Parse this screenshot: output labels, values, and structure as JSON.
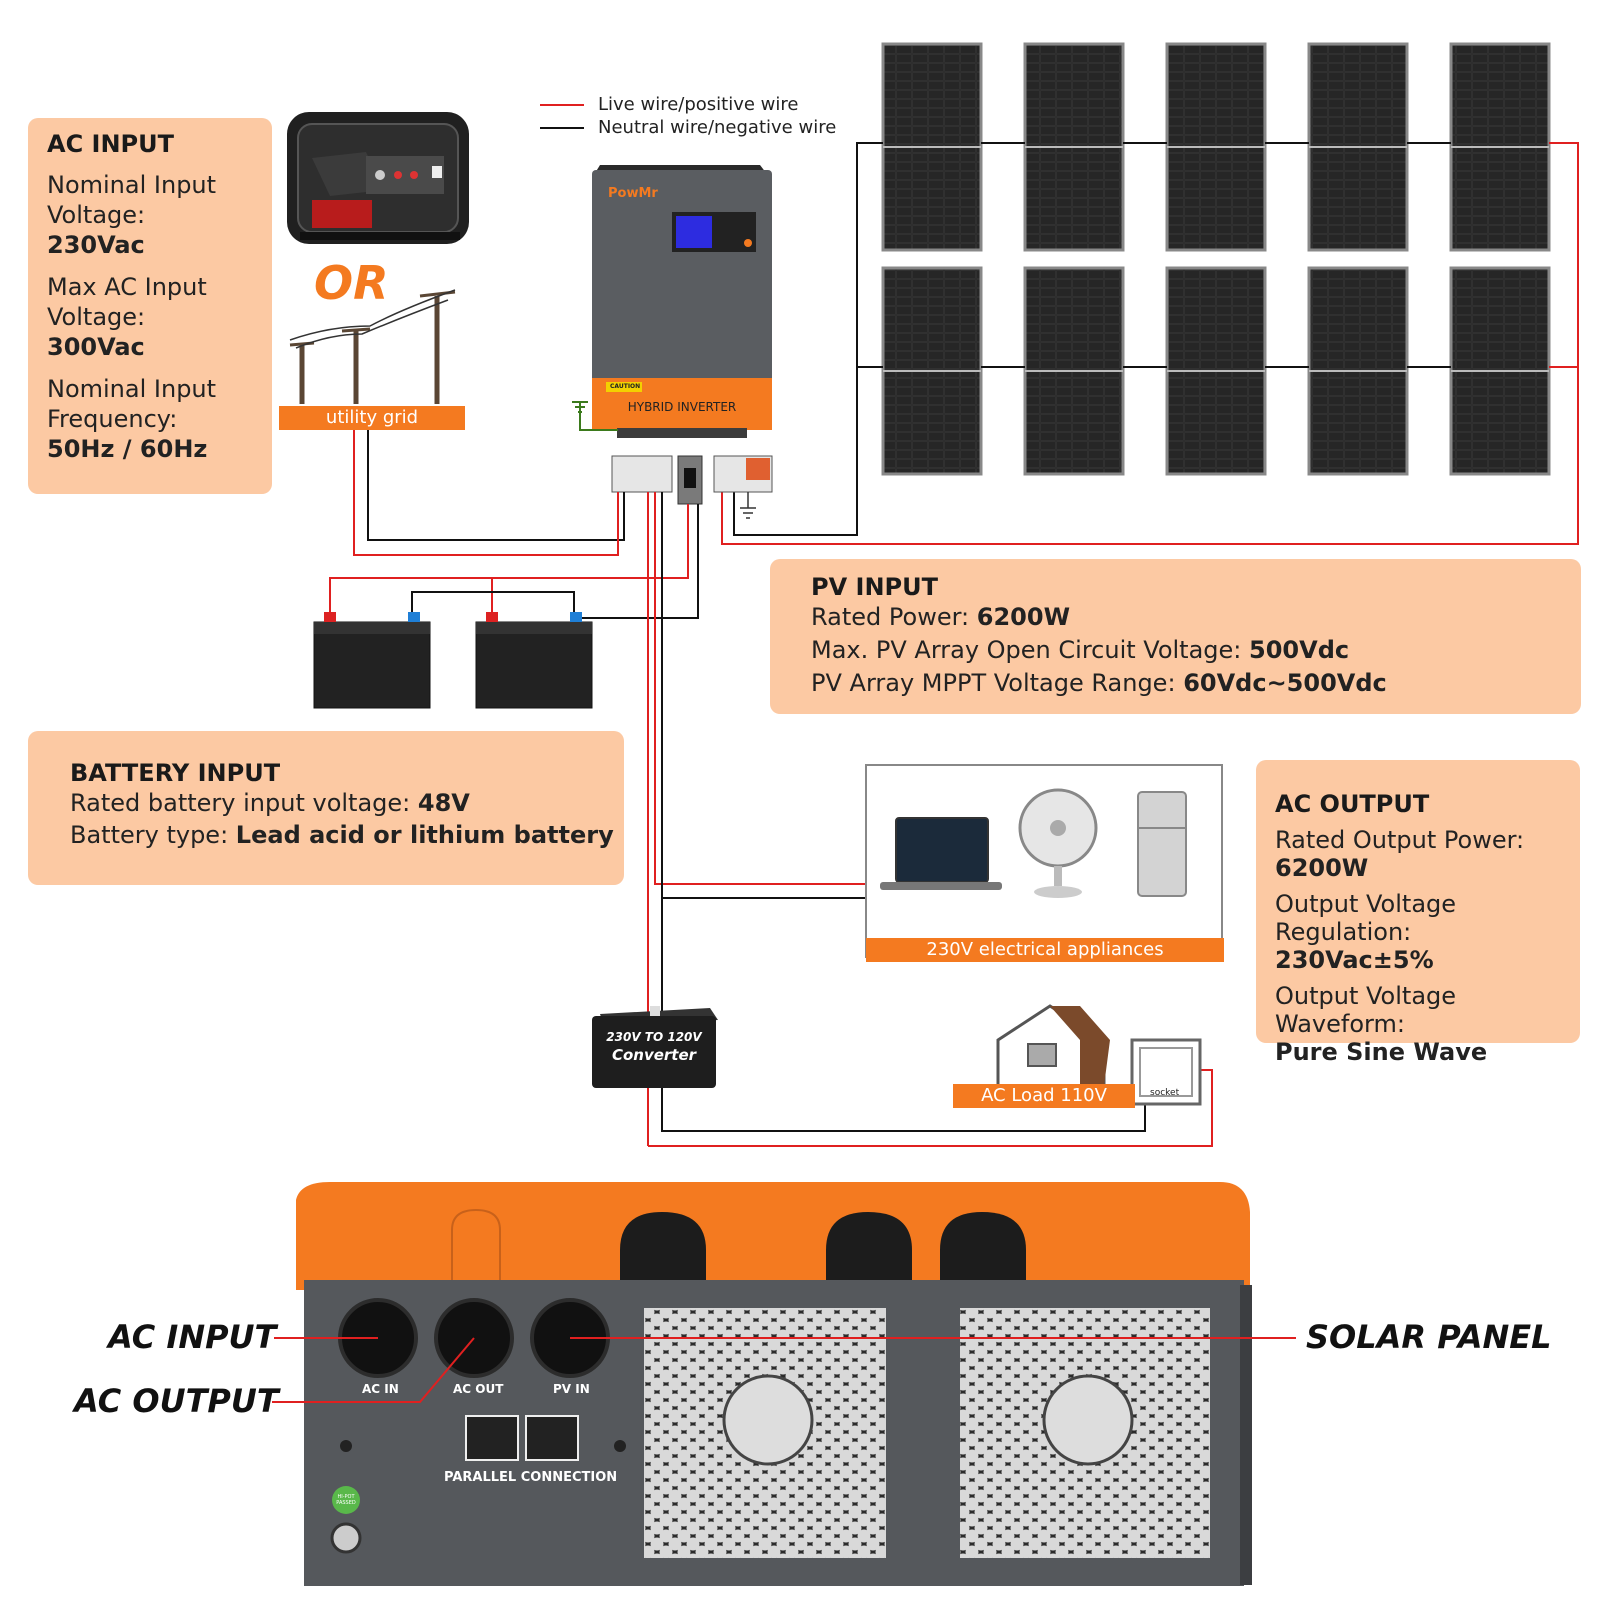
{
  "legend": {
    "live": "Live wire/positive wire",
    "neutral": "Neutral wire/negative wire",
    "live_color": "#e02020",
    "neutral_color": "#111111"
  },
  "ac_input": {
    "title": "AC INPUT",
    "rows": [
      {
        "label": "Nominal Input Voltage:",
        "value": "230Vac"
      },
      {
        "label": "Max AC Input Voltage:",
        "value": "300Vac"
      },
      {
        "label": "Nominal Input Frequency:",
        "value": "50Hz / 60Hz"
      }
    ]
  },
  "or_text": "OR",
  "utility_grid": "utility grid",
  "inverter": {
    "brand": "PowMr",
    "label": "HYBRID INVERTER",
    "caution": "CAUTION"
  },
  "pv_input": {
    "title": "PV INPUT",
    "rows": [
      {
        "label": "Rated Power:",
        "value": "6200W"
      },
      {
        "label": "Max. PV Array Open Circuit Voltage:",
        "value": "500Vdc"
      },
      {
        "label": "PV Array MPPT Voltage Range:",
        "value": "60Vdc~500Vdc"
      }
    ]
  },
  "battery_input": {
    "title": "BATTERY INPUT",
    "rows": [
      {
        "label": "Rated battery input voltage:",
        "value": "48V"
      },
      {
        "label": "Battery type:",
        "value": "Lead acid or lithium battery"
      }
    ]
  },
  "appliances_label": "230V electrical appliances",
  "ac_output": {
    "title": "AC OUTPUT",
    "rows": [
      {
        "label": "Rated Output Power:",
        "value": "6200W"
      },
      {
        "label": "Output Voltage Regulation:",
        "value": "230Vac±5%"
      },
      {
        "label": "Output Voltage Waveform:",
        "value": "Pure Sine Wave"
      }
    ]
  },
  "converter": {
    "line1": "230V TO 120V",
    "line2": "Converter"
  },
  "ac_load": "AC Load 110V",
  "socket": "socket",
  "bottom": {
    "ac_input": "AC INPUT",
    "ac_output": "AC OUTPUT",
    "solar_panel": "SOLAR PANEL",
    "port_ac_in": "AC IN",
    "port_ac_out": "AC OUT",
    "port_pv_in": "PV IN",
    "parallel": "PARALLEL CONNECTION",
    "hipot": "HI-POT PASSED"
  },
  "colors": {
    "accent": "#f47a20",
    "card": "#fcc9a3",
    "body": "#55585c"
  }
}
